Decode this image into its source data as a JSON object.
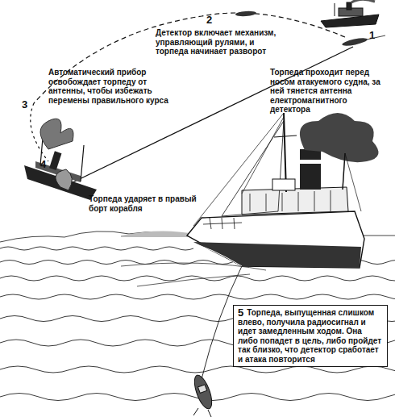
{
  "diagram": {
    "nodes": [
      {
        "text": [
          "5",
          "Торпеда, выпущенная слишком влево, получила радиосигнал и идет замедленным ходом. Она либо попадет в цель, либо пройдет так близко, что детектор сработает и атака повторится"
        ]
      }
    ],
    "labels": [
      "1",
      "2",
      "3",
      "4",
      "Детектор включает механизм, управляющий рулями, и торпеда начинает разворот",
      "Торпеда проходит перед носом атакуемого судна, за ней тянется антенна електромагнитного детектора",
      "Автоматический прибор освобождает торпеду от антенны, чтобы избежать перемены правильного курса",
      "Торпеда ударяет в правый борт корабля"
    ]
  }
}
